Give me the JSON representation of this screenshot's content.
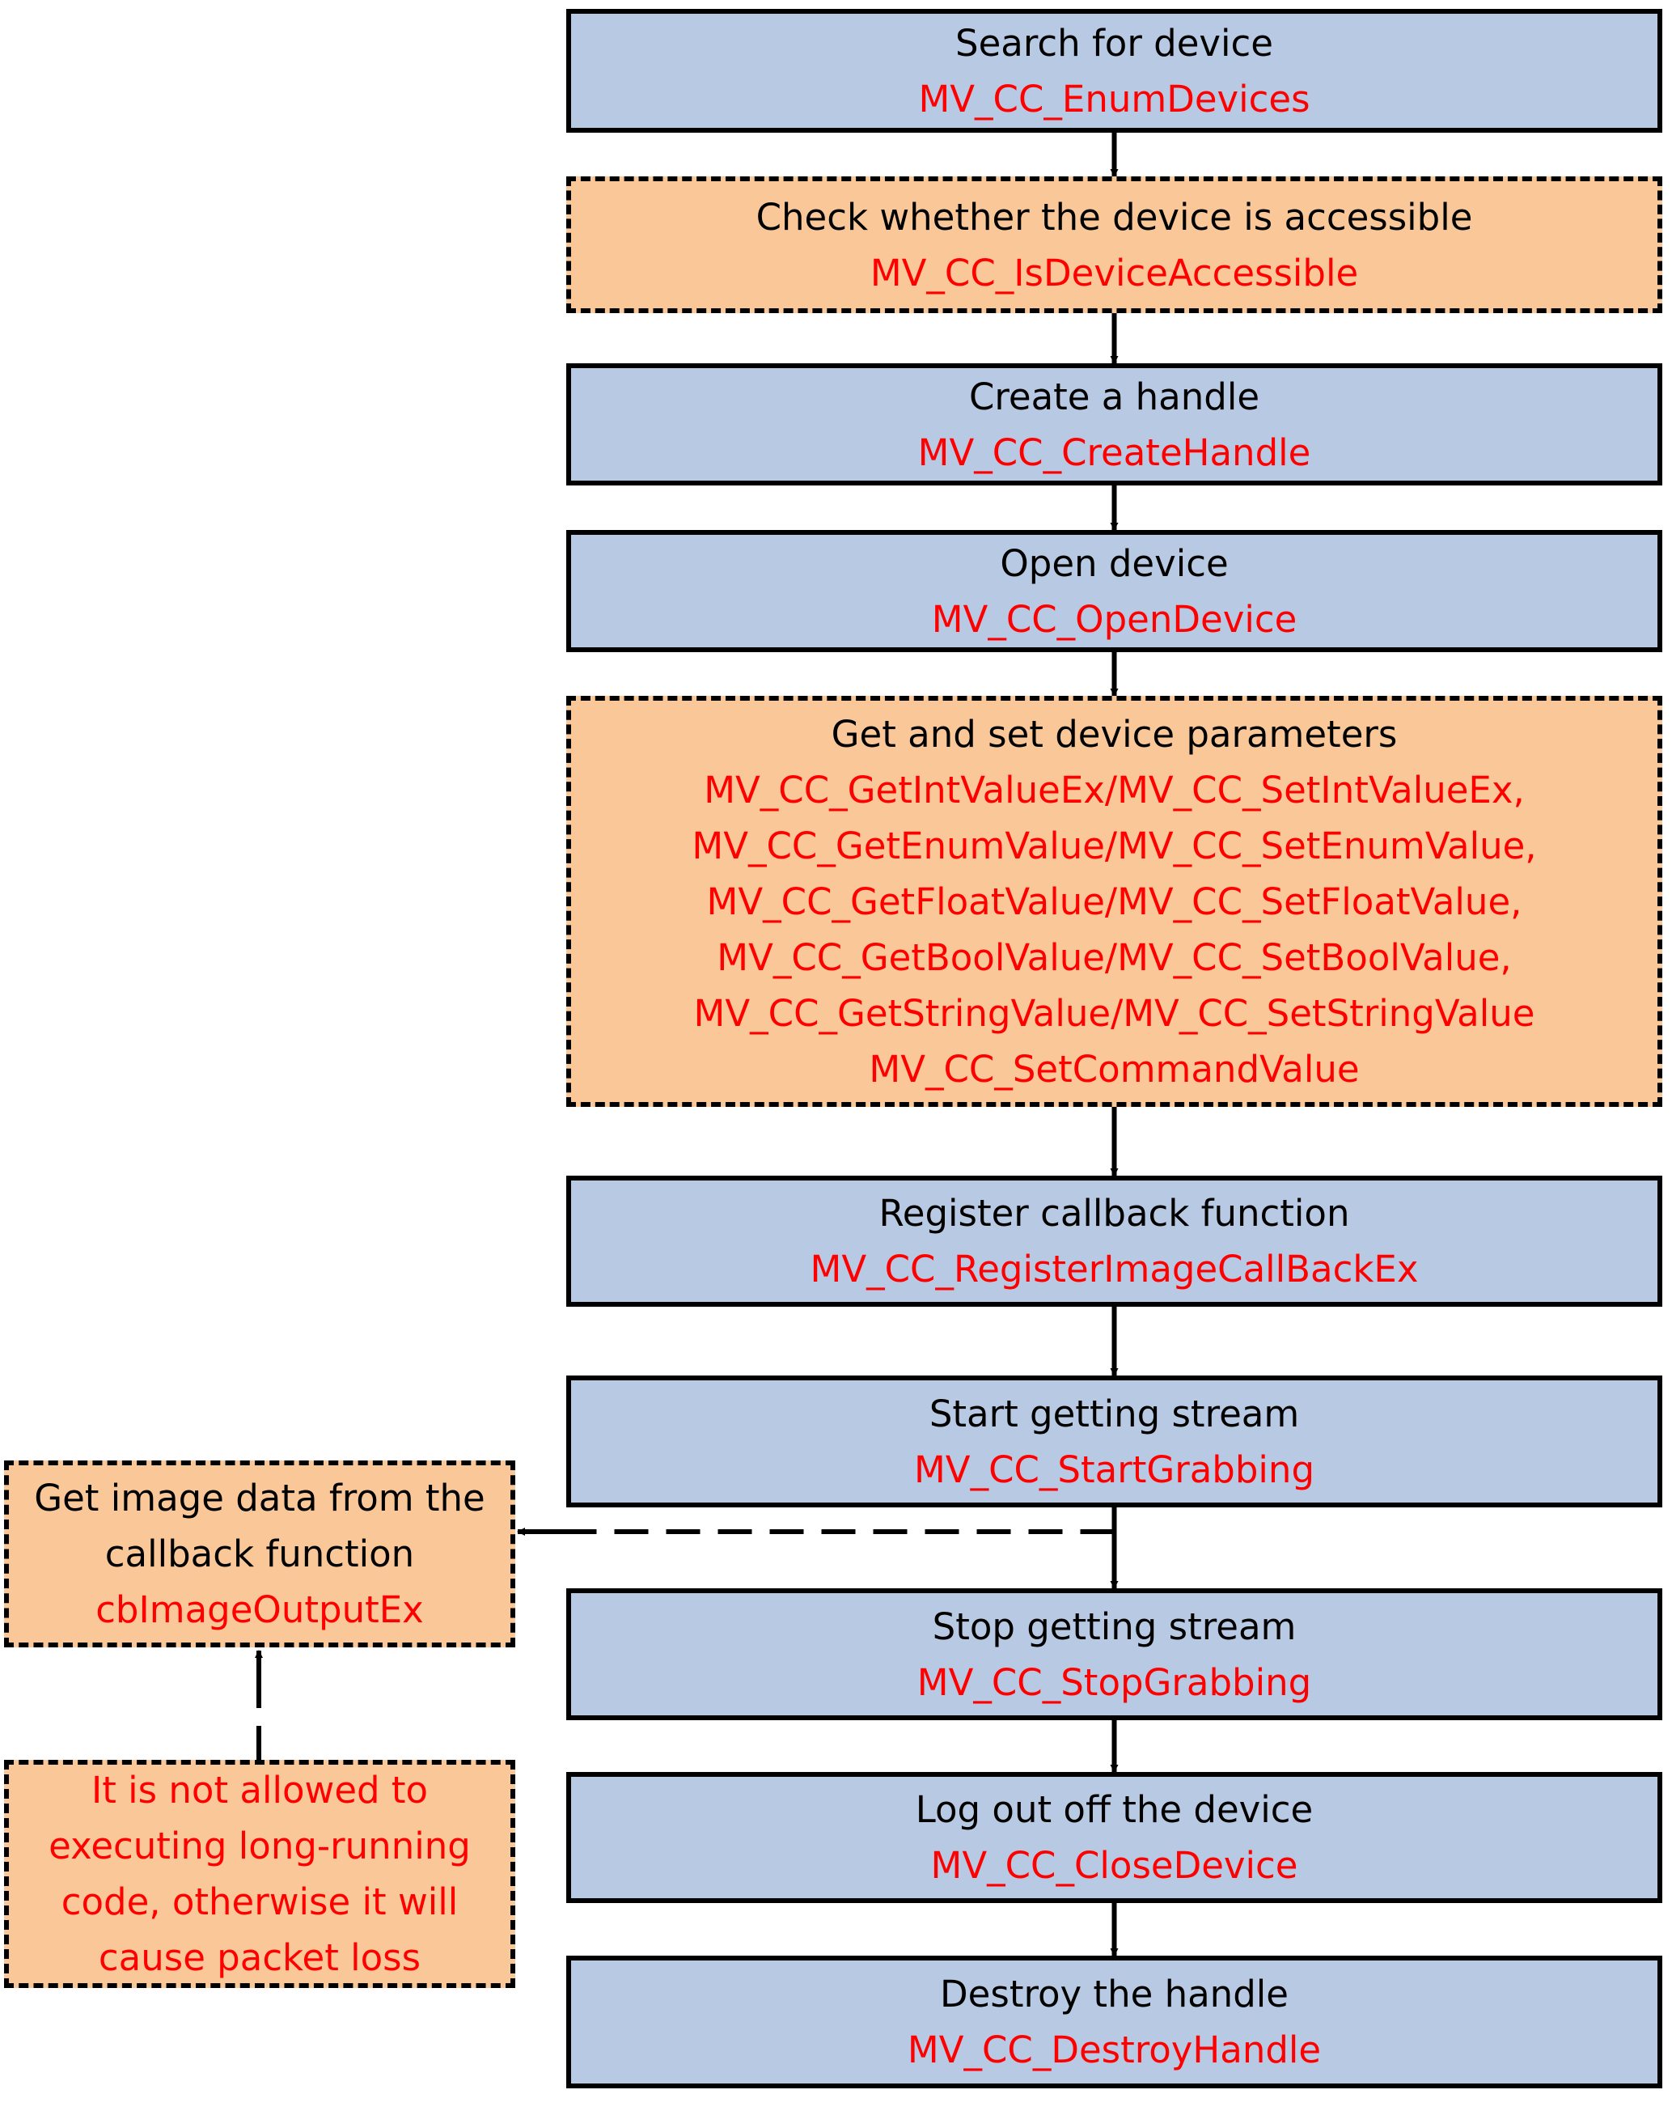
{
  "colors": {
    "blue_fill": "#b8c9e3",
    "orange_fill": "#fac898",
    "api_text": "#ff0000",
    "border": "#000000"
  },
  "steps": [
    {
      "title": "Search for device",
      "api": [
        "MV_CC_EnumDevices"
      ],
      "style": "solid"
    },
    {
      "title": "Check whether the device is accessible",
      "api": [
        "MV_CC_IsDeviceAccessible"
      ],
      "style": "dashed"
    },
    {
      "title": "Create a handle",
      "api": [
        "MV_CC_CreateHandle"
      ],
      "style": "solid"
    },
    {
      "title": "Open device",
      "api": [
        "MV_CC_OpenDevice"
      ],
      "style": "solid"
    },
    {
      "title": "Get and set device parameters",
      "api": [
        "MV_CC_GetIntValueEx/MV_CC_SetIntValueEx,",
        "MV_CC_GetEnumValue/MV_CC_SetEnumValue,",
        "MV_CC_GetFloatValue/MV_CC_SetFloatValue,",
        "MV_CC_GetBoolValue/MV_CC_SetBoolValue,",
        "MV_CC_GetStringValue/MV_CC_SetStringValue",
        "MV_CC_SetCommandValue"
      ],
      "style": "dashed"
    },
    {
      "title": "Register callback function",
      "api": [
        "MV_CC_RegisterImageCallBackEx"
      ],
      "style": "solid"
    },
    {
      "title": "Start getting stream",
      "api": [
        "MV_CC_StartGrabbing"
      ],
      "style": "solid"
    },
    {
      "title": "Stop getting stream",
      "api": [
        "MV_CC_StopGrabbing"
      ],
      "style": "solid"
    },
    {
      "title": "Log out off the device",
      "api": [
        "MV_CC_CloseDevice"
      ],
      "style": "solid"
    },
    {
      "title": "Destroy the handle",
      "api": [
        "MV_CC_DestroyHandle"
      ],
      "style": "solid"
    }
  ],
  "callback_box": {
    "title_lines": [
      "Get image data from the",
      "callback function"
    ],
    "api": "cbImageOutputEx"
  },
  "note_box": {
    "lines": [
      "It is not allowed to",
      "executing long-running",
      "code, otherwise it will",
      "cause packet loss"
    ]
  }
}
